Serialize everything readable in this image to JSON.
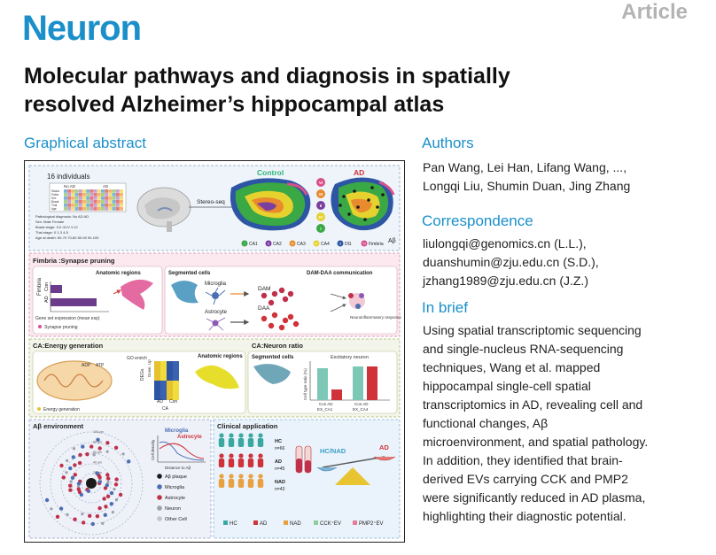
{
  "header": {
    "journal": "Neuron",
    "article_type": "Article",
    "title_line1": "Molecular pathways and diagnosis in spatially",
    "title_line2": "resolved Alzheimer’s hippocampal atlas"
  },
  "graphical_abstract": {
    "heading": "Graphical abstract",
    "top": {
      "individuals": "16 individuals",
      "table_rows": [
        "Status",
        "Patho",
        "Sex",
        "Braak",
        "Thal",
        "Age"
      ],
      "col_no_ad": "No AD",
      "col_ad": "AD",
      "legend_line1": "Pathological diagnosis: No AD  AD",
      "legend_line2": "Sex: Male  Female",
      "legend_line3": "Braak stage: 0-II  III-IV  V-VI",
      "legend_line4": "Thal stage: 0  1-3  4-5",
      "legend_line5": "Age at death: 60-70  70-80  80-90  90-100",
      "method": "Stereo-seq",
      "control": "Control",
      "ad": "AD",
      "abeta": "Aβ",
      "regions": [
        "VI",
        "III",
        "II",
        "IV",
        "I"
      ],
      "region_legend": [
        {
          "num": "I",
          "label": "CA1",
          "color": "#3aa845"
        },
        {
          "num": "II",
          "label": "CA2",
          "color": "#7b3fa0"
        },
        {
          "num": "III",
          "label": "CA3",
          "color": "#e88a2d"
        },
        {
          "num": "IV",
          "label": "CA4",
          "color": "#e6d22e"
        },
        {
          "num": "V",
          "label": "DG",
          "color": "#2d55a4"
        },
        {
          "num": "VI",
          "label": "Fimbria",
          "color": "#d94f8c"
        }
      ]
    },
    "fimbria": {
      "title": "Fimbria :Synapse pruning",
      "anatomic": "Anatomic regions",
      "y_fimbria": "Fimbria",
      "y_con": "Con",
      "y_ad": "AD",
      "xlabel": "Gene set expression (mean exp)",
      "legend": "Synapse pruning",
      "segmented": "Segmented cells",
      "microglia": "Microglia",
      "astrocyte": "Astrocyte",
      "dam": "DAM",
      "daa": "DAA",
      "dam_daa": "DAM-DAA communication",
      "neuroinflammatory": "Neuroinflammatory response"
    },
    "energy": {
      "title": "CA:Energy generation",
      "go_enrich": "GO enrich",
      "anatomic": "Anatomic regions",
      "degs": "DEGs",
      "down": "Down",
      "up": "Up",
      "ad": "AD",
      "con": "Con",
      "ca": "CA",
      "adp": "ADP",
      "atp": "ATP",
      "legend": "Energy generation"
    },
    "neuron_ratio": {
      "title": "CA:Neuron ratio",
      "segmented": "Segmented cells",
      "chart_title": "Excitatory neuron",
      "ylabel": "Cell type ratio (%)",
      "x1": "Con AD",
      "x2": "Con AD",
      "group1": "EX_CA1",
      "group2": "EX_CA4"
    },
    "abeta_env": {
      "title": "Aβ environment",
      "microglia": "Microglia",
      "astrocyte": "Astrocyte",
      "ylabel": "Cell density",
      "xlabel": "Distance to Aβ",
      "legend": [
        "Aβ plaque",
        "Microglia",
        "Astrocyte",
        "Neuron",
        "Other Cell"
      ],
      "distances": [
        "20 μm",
        "40 μm",
        "60 μm",
        "80 μm",
        "100 μm"
      ]
    },
    "clinical": {
      "title": "Clinical application",
      "hc": "HC",
      "hc_n": "n=66",
      "ad": "AD",
      "ad_n": "n=45",
      "nad": "NAD",
      "nad_n": "n=43",
      "hc_nad": "HC/NAD",
      "ad_label": "AD",
      "legend": [
        "HC",
        "AD",
        "NAD",
        "CCK⁺EV",
        "PMP2⁺EV"
      ]
    }
  },
  "authors": {
    "heading": "Authors",
    "line1": "Pan Wang, Lei Han, Lifang Wang, ...,",
    "line2": "Longqi Liu, Shumin Duan, Jing Zhang"
  },
  "correspondence": {
    "heading": "Correspondence",
    "lines": [
      "liulongqi@genomics.cn (L.L.),",
      "duanshumin@zju.edu.cn (S.D.),",
      "jzhang1989@zju.edu.cn (J.Z.)"
    ]
  },
  "brief": {
    "heading": "In brief",
    "lines": [
      "Using spatial transcriptomic sequencing",
      "and single-nucleus RNA-sequencing",
      "techniques, Wang et al. mapped",
      "hippocampal single-cell spatial",
      "transcriptomics in AD, revealing cell and",
      "functional changes, Aβ",
      "microenvironment, and spatial pathology.",
      "In addition, they identified that brain-",
      "derived EVs carrying CCK and PMP2",
      "were significantly reduced in AD plasma,",
      "highlighting their diagnostic potential."
    ]
  }
}
